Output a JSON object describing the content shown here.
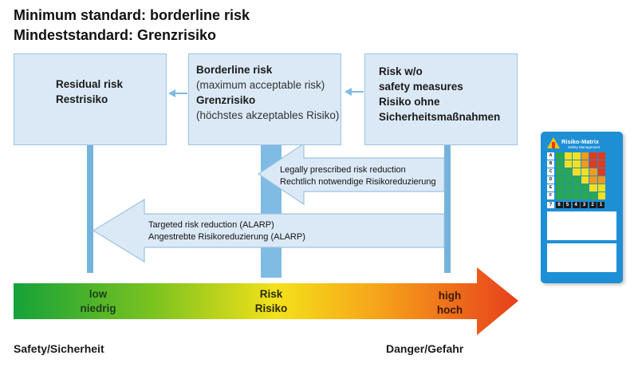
{
  "title_en": "Minimum standard: borderline risk",
  "title_de": "Mindeststandard: Grenzrisiko",
  "boxes": {
    "residual": {
      "line1": "Residual risk",
      "line2": "Restrisiko"
    },
    "borderline": {
      "line1": "Borderline risk",
      "line2": "(maximum acceptable risk)",
      "line3": "Grenzrisiko",
      "line4": "(höchstes akzeptables Risiko)"
    },
    "nosafety": {
      "line1": "Risk w/o",
      "line2": "safety measures",
      "line3": "Risiko ohne",
      "line4": "Sicherheitsmaßnahmen"
    }
  },
  "arrows": {
    "legal": {
      "en": "Legally prescribed risk reduction",
      "de": "Rechtlich notwendige Risikoreduzierung"
    },
    "targeted": {
      "en": "Targeted risk reduction (ALARP)",
      "de": "Angestrebte Risikoreduzierung (ALARP)"
    }
  },
  "scale": {
    "low_en": "low",
    "low_de": "niedrig",
    "risk_en": "Risk",
    "risk_de": "Risiko",
    "high_en": "high",
    "high_de": "hoch"
  },
  "bottom": {
    "safety": "Safety/Sicherheit",
    "danger": "Danger/Gefahr"
  },
  "matrix_card": {
    "title": "Risiko-Matrix",
    "subtitle": "Safety Management",
    "rows": [
      "A",
      "B",
      "C",
      "D",
      "E",
      "F"
    ],
    "numbers": [
      "?",
      "6",
      "5",
      "4",
      "3",
      "2",
      "1"
    ]
  },
  "colors": {
    "box_fill": "#dbe9f6",
    "box_border": "#9cc3e3",
    "line": "#74b3db",
    "gradient_start": "#17a23a",
    "gradient_mid": "#f3e21c",
    "gradient_end": "#e8401c"
  }
}
